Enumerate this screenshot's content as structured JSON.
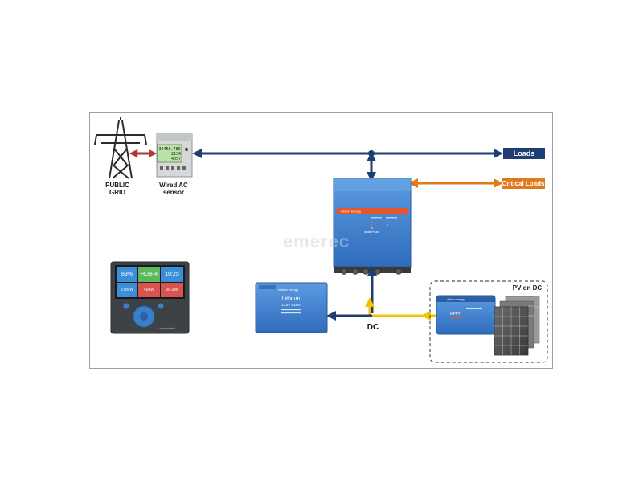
{
  "labels": {
    "public_grid": "PUBLIC\nGRID",
    "sensor": "Wired AC\nsensor",
    "loads": "Loads",
    "critical_loads": "Critical Loads",
    "dc": "DC",
    "pv_on_dc": "PV on DC"
  },
  "meter": {
    "line1": "30456.789",
    "line2": "2134",
    "line3": "4057"
  },
  "inverter": {
    "brand": "victron energy",
    "title": "MultiPlus"
  },
  "battery": {
    "brand": "victron energy",
    "title": "Lithium",
    "subtitle": "12.8V 200Ah"
  },
  "mppt": {
    "brand": "victron energy",
    "title": "MPPT"
  },
  "gx_display": {
    "tile1": "89%",
    "tile2": "HUB-4",
    "tile3": "10:25",
    "tile4": "2756W",
    "tile5": "493W",
    "tile6": "30.0W",
    "footer": "color control"
  },
  "watermark": "emerec",
  "colors": {
    "ac_line": "#1f3f73",
    "grid_link": "#b03a2e",
    "critical_line": "#e07a1f",
    "dc_line": "#f2c200",
    "dc_return": "#1f3f73",
    "victron_blue": "#3f7fd0",
    "loads_tag": "#1f3f73",
    "critical_tag": "#e07a1f"
  }
}
